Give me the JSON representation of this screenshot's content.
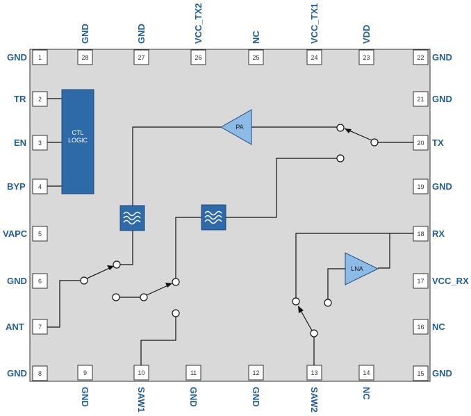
{
  "chip": {
    "body_color": "#d9d9d9",
    "trace_color": "#111111",
    "pin_label_color": "#1f5d99",
    "block_dark_color": "#2e6aa7",
    "amp_color": "#8dbbe8"
  },
  "pins": {
    "p1": {
      "num": "1",
      "name": "GND"
    },
    "p2": {
      "num": "2",
      "name": "TR"
    },
    "p3": {
      "num": "3",
      "name": "EN"
    },
    "p4": {
      "num": "4",
      "name": "BYP"
    },
    "p5": {
      "num": "5",
      "name": "VAPC"
    },
    "p6": {
      "num": "6",
      "name": "GND"
    },
    "p7": {
      "num": "7",
      "name": "ANT"
    },
    "p8": {
      "num": "8",
      "name": "GND"
    },
    "p9": {
      "num": "9",
      "name": "GND"
    },
    "p10": {
      "num": "10",
      "name": "SAW1"
    },
    "p11": {
      "num": "11",
      "name": "GND"
    },
    "p12": {
      "num": "12",
      "name": "GND"
    },
    "p13": {
      "num": "13",
      "name": "SAW2"
    },
    "p14": {
      "num": "14",
      "name": "NC"
    },
    "p15": {
      "num": "15",
      "name": "GND"
    },
    "p16": {
      "num": "16",
      "name": "NC"
    },
    "p17": {
      "num": "17",
      "name": "VCC_RX"
    },
    "p18": {
      "num": "18",
      "name": "RX"
    },
    "p19": {
      "num": "19",
      "name": "GND"
    },
    "p20": {
      "num": "20",
      "name": "TX"
    },
    "p21": {
      "num": "21",
      "name": "GND"
    },
    "p22": {
      "num": "22",
      "name": "GND"
    },
    "p23": {
      "num": "23",
      "name": "VDD"
    },
    "p24": {
      "num": "24",
      "name": "VCC_TX1"
    },
    "p25": {
      "num": "25",
      "name": "NC"
    },
    "p26": {
      "num": "26",
      "name": "VCC_TX2"
    },
    "p27": {
      "num": "27",
      "name": "GND"
    },
    "p28": {
      "num": "28",
      "name": "GND"
    }
  },
  "blocks": {
    "ctl_line1": "CTL",
    "ctl_line2": "LOGIC",
    "pa": "PA",
    "lna": "LNA"
  },
  "icons": {
    "filter": "bandpass-filter-icon",
    "switch": "spdt-switch-icon"
  }
}
